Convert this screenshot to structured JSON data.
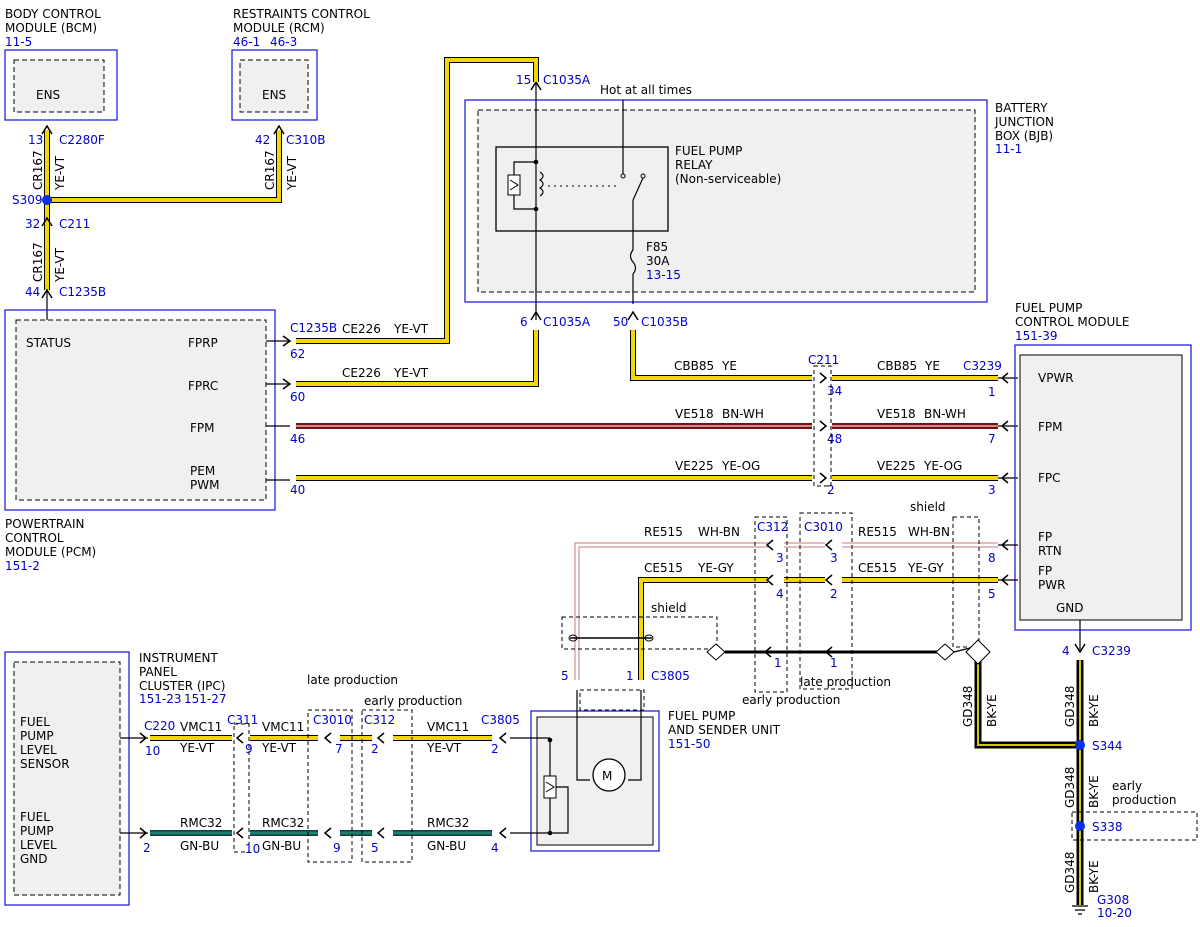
{
  "modules": {
    "bcm": {
      "title1": "BODY CONTROL",
      "title2": "MODULE (BCM)",
      "ref": "11-5",
      "pin": "ENS"
    },
    "rcm": {
      "title1": "RESTRAINTS CONTROL",
      "title2": "MODULE (RCM)",
      "ref1": "46-1",
      "ref2": "46-3",
      "pin": "ENS"
    },
    "bjb": {
      "title1": "BATTERY",
      "title2": "JUNCTION",
      "title3": "BOX (BJB)",
      "ref": "11-1",
      "hot": "Hot at all times",
      "relay1": "FUEL PUMP",
      "relay2": "RELAY",
      "relay3": "(Non-serviceable)",
      "fuse": "F85",
      "fuse_rating": "30A",
      "fuse_ref": "13-15"
    },
    "pcm": {
      "title1": "POWERTRAIN",
      "title2": "CONTROL",
      "title3": "MODULE (PCM)",
      "ref": "151-2",
      "status": "STATUS",
      "fprp": "FPRP",
      "fprc": "FPRC",
      "fpm": "FPM",
      "pem": "PEM",
      "pwm": "PWM"
    },
    "fpcm": {
      "title1": "FUEL PUMP",
      "title2": "CONTROL MODULE",
      "ref": "151-39",
      "vpwr": "VPWR",
      "fpm": "FPM",
      "fpc": "FPC",
      "fp1": "FP",
      "rtn": "RTN",
      "fp2": "FP",
      "pwr": "PWR",
      "gnd": "GND"
    },
    "ipc": {
      "title1": "INSTRUMENT",
      "title2": "PANEL",
      "title3": "CLUSTER (IPC)",
      "ref1": "151-23",
      "ref2": "151-27",
      "s1": "FUEL",
      "s2": "PUMP",
      "s3": "LEVEL",
      "s4": "SENSOR",
      "g1": "FUEL",
      "g2": "PUMP",
      "g3": "LEVEL",
      "g4": "GND"
    },
    "fpsu": {
      "title1": "FUEL PUMP",
      "title2": "AND SENDER UNIT",
      "ref": "151-50",
      "motor": "M"
    }
  },
  "connectors": {
    "c2280f": "C2280F",
    "c310b": "C310B",
    "c211": "C211",
    "c1235b": "C1235B",
    "c1035a": "C1035A",
    "c1035b": "C1035B",
    "c3239": "C3239",
    "c312": "C312",
    "c3010": "C3010",
    "c3805": "C3805",
    "c220": "C220",
    "c311": "C311",
    "s309": "S309",
    "s344": "S344",
    "s338": "S338",
    "g308": "G308",
    "g308_ref": "10-20"
  },
  "pins": {
    "p13": "13",
    "p42": "42",
    "p32": "32",
    "p44": "44",
    "p15": "15",
    "p6": "6",
    "p50": "50",
    "p62": "62",
    "p60": "60",
    "p46": "46",
    "p40": "40",
    "p34": "34",
    "p1": "1",
    "p48": "48",
    "p7": "7",
    "p2": "2",
    "p3": "3",
    "p8": "8",
    "p5": "5",
    "p4": "4",
    "p10": "10",
    "p9": "9",
    "p1b": "1",
    "p3b": "3",
    "p2b": "2",
    "p4b": "4",
    "p3c": "3",
    "p2c": "2",
    "p1c": "1",
    "p1d": "1",
    "p5b": "5",
    "p1e": "1",
    "p2d": "2",
    "p2e": "2",
    "p4c": "4",
    "p7b": "7",
    "p9b": "9",
    "p5c": "5",
    "p10b": "10",
    "p2f": "2",
    "p4d": "4"
  },
  "wires": {
    "cr167": "CR167",
    "yevt": "YE-VT",
    "ce226": "CE226",
    "cbb85": "CBB85",
    "ye": "YE",
    "ve518": "VE518",
    "bnwh": "BN-WH",
    "ve225": "VE225",
    "yeog": "YE-OG",
    "re515": "RE515",
    "whbn": "WH-BN",
    "ce515": "CE515",
    "yegy": "YE-GY",
    "gd348": "GD348",
    "bkye": "BK-YE",
    "vmc11": "VMC11",
    "rmc32": "RMC32",
    "gnbu": "GN-BU"
  },
  "notes": {
    "shield": "shield",
    "late": "late production",
    "early": "early production",
    "early1": "early",
    "production": "production"
  }
}
